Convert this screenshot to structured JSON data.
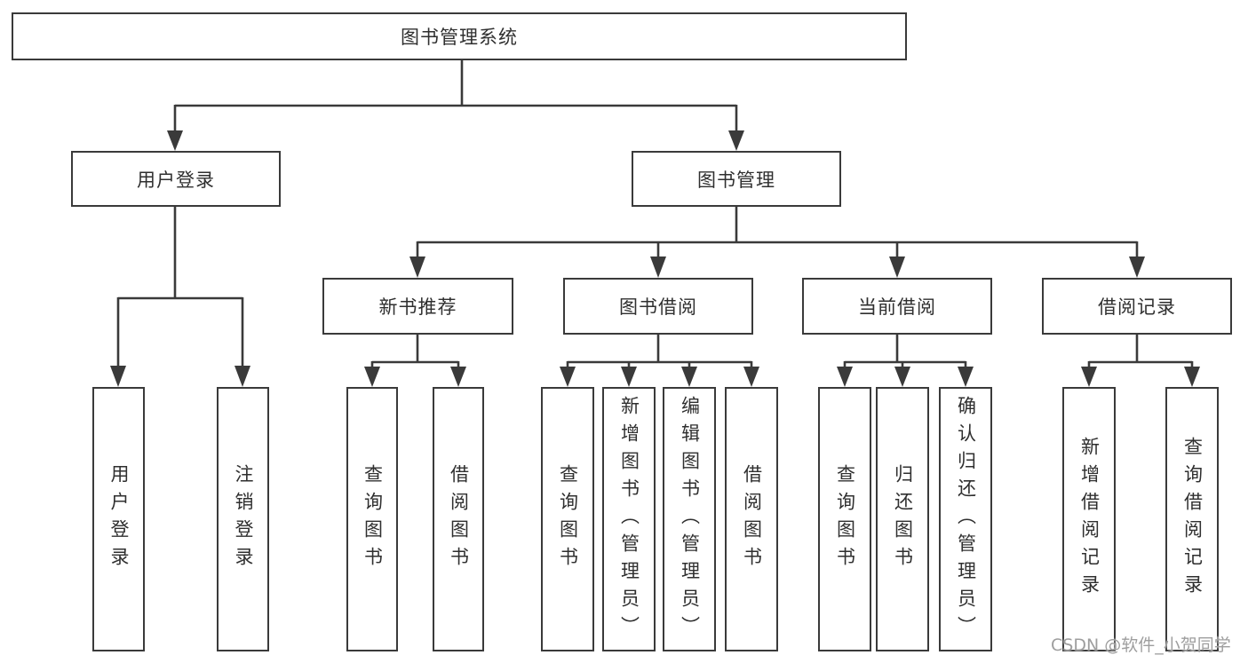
{
  "diagram": {
    "root": {
      "label": "图书管理系统"
    },
    "level2": [
      {
        "label": "用户登录"
      },
      {
        "label": "图书管理"
      }
    ],
    "level3": [
      {
        "label": "新书推荐"
      },
      {
        "label": "图书借阅"
      },
      {
        "label": "当前借阅"
      },
      {
        "label": "借阅记录"
      }
    ],
    "leaves": {
      "user_login": [
        "用户登录",
        "注销登录"
      ],
      "new_book_recommend": [
        "查询图书",
        "借阅图书"
      ],
      "book_borrowing": [
        "查询图书",
        "新增图书（管理员）",
        "编辑图书（管理员）",
        "借阅图书"
      ],
      "current_borrowing": [
        "查询图书",
        "归还图书",
        "确认归还（管理员）"
      ],
      "borrowing_records": [
        "新增借阅记录",
        "查询借阅记录"
      ]
    }
  },
  "watermark": {
    "text": "CSDN @软件_小贺同学"
  },
  "colors": {
    "line": "#3a3a3a",
    "node_border": "#3a3a3a",
    "text": "#2f2f2f",
    "background": "#ffffff",
    "watermark": "#9e9e9e"
  }
}
